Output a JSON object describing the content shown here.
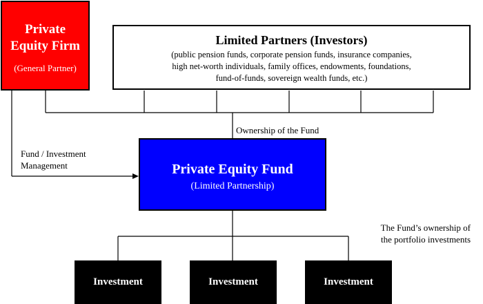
{
  "general_partner": {
    "title_line1": "Private",
    "title_line2": "Equity Firm",
    "subtitle": "(General Partner)",
    "fill": "#ff0000"
  },
  "limited_partners": {
    "title": "Limited Partners (Investors)",
    "description_lines": [
      "(public pension funds, corporate pension funds, insurance companies,",
      "high net-worth individuals, family offices, endowments, foundations,",
      "fund-of-funds, sovereign wealth funds, etc.)"
    ]
  },
  "fund": {
    "title": "Private Equity Fund",
    "subtitle": "(Limited Partnership)",
    "fill": "#0000ff"
  },
  "investments": [
    "Investment",
    "Investment",
    "Investment"
  ],
  "labels": {
    "ownership_of_fund": "Ownership of the Fund",
    "fund_management_line1": "Fund / Investment",
    "fund_management_line2": "Management",
    "portfolio_ownership_line1": "The Fund’s ownership of",
    "portfolio_ownership_line2": "the portfolio investments"
  }
}
